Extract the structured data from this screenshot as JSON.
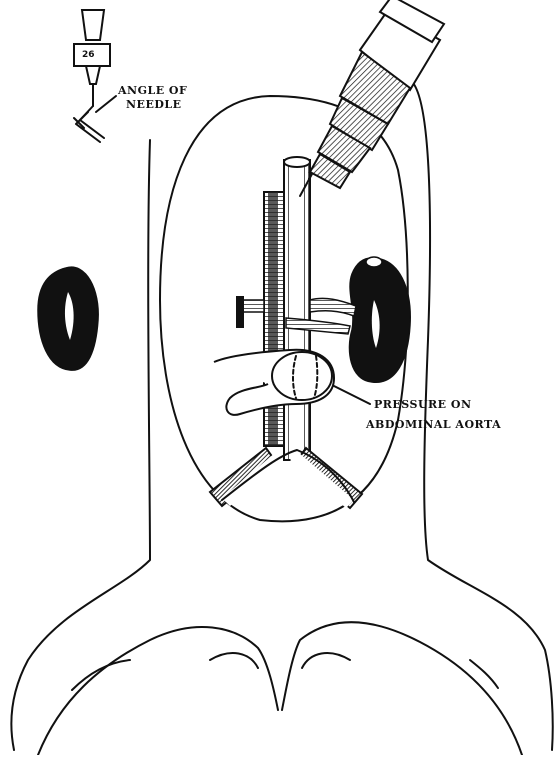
{
  "labels": {
    "needle_gauge": "26",
    "angle_line1": "ANGLE OF",
    "angle_line2": "NEEDLE",
    "pressure_line1": "PRESSURE ON",
    "pressure_line2": "ABDOMINAL AORTA"
  },
  "colors": {
    "ink": "#111111",
    "paper": "#ffffff"
  },
  "icons": {
    "syringe": "syringe-icon",
    "needle_detail": "needle-icon",
    "kidney": "kidney-icon"
  }
}
